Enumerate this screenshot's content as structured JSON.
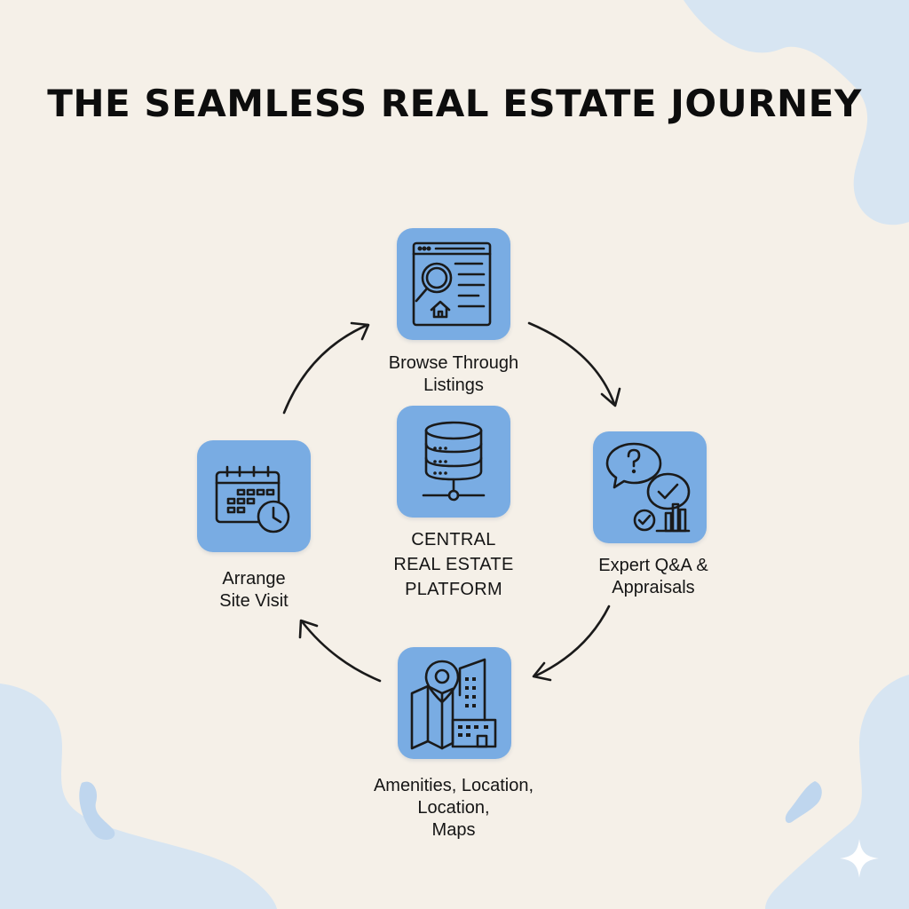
{
  "title": "THE SEAMLESS REAL ESTATE JOURNEY",
  "colors": {
    "background": "#f5f0e8",
    "tile": "#79ace3",
    "blob": "#d7e5f2",
    "ink": "#1a1a1a"
  },
  "center": {
    "icon": "database-server-icon",
    "lines": [
      "CENTRAL",
      "REAL ESTATE",
      "PLATFORM"
    ]
  },
  "steps": [
    {
      "icon": "browser-search-house-icon",
      "lines": [
        "Browse Through",
        "Listings"
      ]
    },
    {
      "icon": "question-chat-checkmark-icon",
      "lines": [
        "Expert Q&A &",
        "Appraisals"
      ]
    },
    {
      "icon": "map-pin-buildings-icon",
      "lines": [
        "Amenities, Location,",
        "Location,",
        "Maps"
      ]
    },
    {
      "icon": "calendar-clock-icon",
      "lines": [
        "Arrange",
        "Site Visit"
      ]
    }
  ]
}
